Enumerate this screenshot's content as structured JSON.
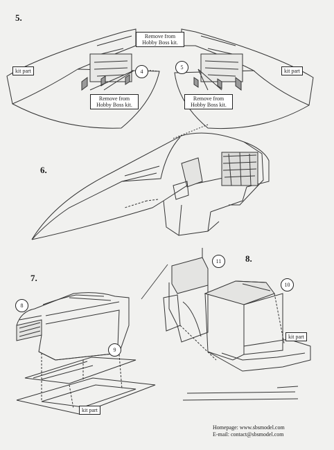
{
  "steps": [
    "5.",
    "6.",
    "7.",
    "8."
  ],
  "labels": {
    "remove_top": "Remove from Hobby Boss kit.",
    "remove_left": "Remove from Hobby Boss kit.",
    "remove_right": "Remove from Hobby Boss kit.",
    "kit_part_left": "kit part",
    "kit_part_right": "kit part",
    "kit_part_step7": "kit part",
    "kit_part_step8": "kit part"
  },
  "callouts": [
    "4",
    "5",
    "8",
    "9",
    "10",
    "11"
  ],
  "footer": {
    "homepage": "Homepage: www.sbsmodel.com",
    "email": "E-mail: contact@sbsmodel.com"
  }
}
